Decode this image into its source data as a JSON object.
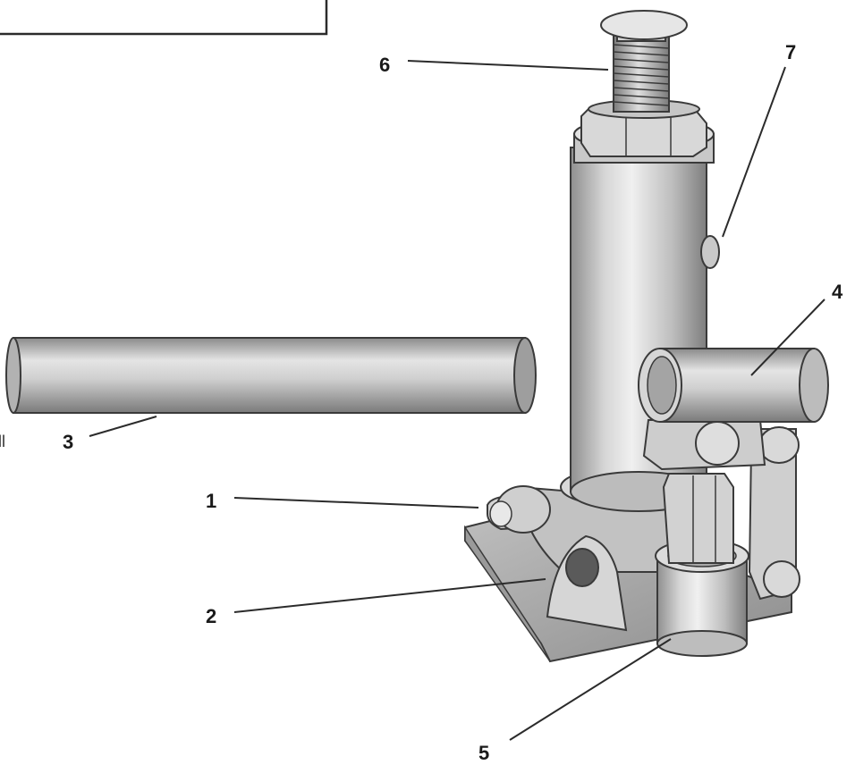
{
  "diagram": {
    "callouts": [
      {
        "id": "1",
        "label": "1"
      },
      {
        "id": "2",
        "label": "2"
      },
      {
        "id": "3",
        "label": "3"
      },
      {
        "id": "4",
        "label": "4"
      },
      {
        "id": "5",
        "label": "5"
      },
      {
        "id": "6",
        "label": "6"
      },
      {
        "id": "7",
        "label": "7"
      }
    ],
    "edge_fragment": "ll"
  },
  "colors": {
    "metal_dark": "#8e8e8e",
    "metal_mid": "#c4c4c4",
    "metal_light": "#ececec",
    "outline": "#3a3a3a",
    "hole": "#5a5a5a"
  }
}
